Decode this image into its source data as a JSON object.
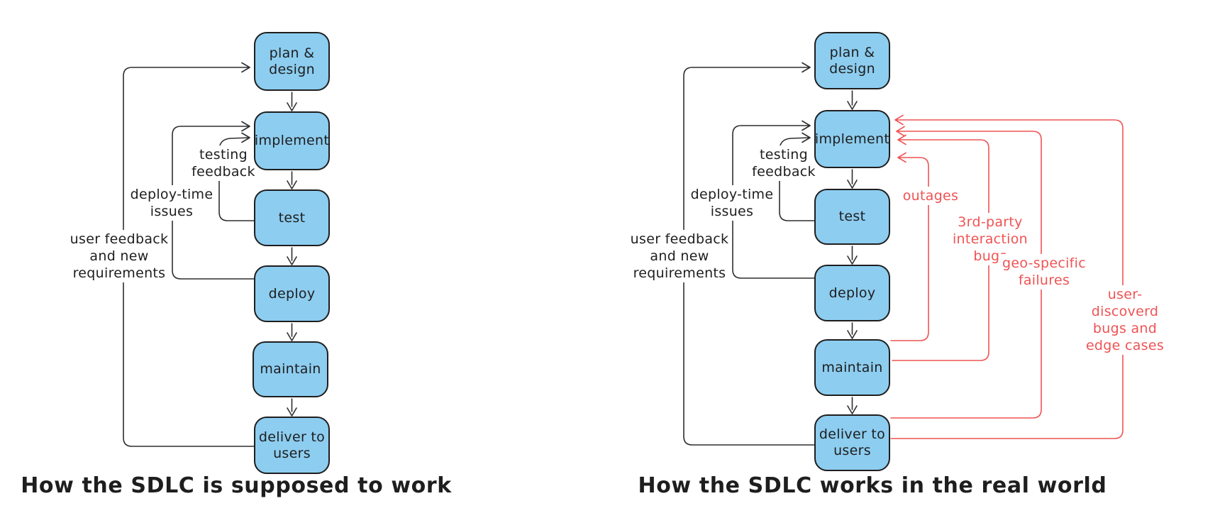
{
  "colors": {
    "background": "#ffffff",
    "node_fill": "#8dcdf0",
    "node_stroke": "#1e1e1e",
    "black_edge": "#2e2e2e",
    "red_edge": "#ef5354",
    "text": "#1e1e1e"
  },
  "left_diagram": {
    "caption": "How the SDLC is supposed to work",
    "nodes": [
      {
        "id": "plan-design",
        "label": "plan &\ndesign"
      },
      {
        "id": "implement",
        "label": "implement"
      },
      {
        "id": "test",
        "label": "test"
      },
      {
        "id": "deploy",
        "label": "deploy"
      },
      {
        "id": "maintain",
        "label": "maintain"
      },
      {
        "id": "deliver",
        "label": "deliver to\nusers"
      }
    ],
    "edge_labels": [
      {
        "id": "testing-feedback",
        "label": "testing\nfeedback"
      },
      {
        "id": "deploy-time-issues",
        "label": "deploy-time\nissues"
      },
      {
        "id": "user-feedback",
        "label": "user feedback\nand new\nrequirements"
      }
    ],
    "edges": [
      {
        "from": "plan-design",
        "to": "implement"
      },
      {
        "from": "implement",
        "to": "test"
      },
      {
        "from": "test",
        "to": "deploy"
      },
      {
        "from": "deploy",
        "to": "maintain"
      },
      {
        "from": "maintain",
        "to": "deliver"
      },
      {
        "from": "test",
        "to": "implement",
        "label": "testing feedback"
      },
      {
        "from": "deploy",
        "to": "implement",
        "label": "deploy-time issues"
      },
      {
        "from": "deliver",
        "to": "plan-design",
        "label": "user feedback and new requirements"
      }
    ]
  },
  "right_diagram": {
    "caption": "How the SDLC works in the real world",
    "nodes": [
      {
        "id": "plan-design",
        "label": "plan &\ndesign"
      },
      {
        "id": "implement",
        "label": "implement"
      },
      {
        "id": "test",
        "label": "test"
      },
      {
        "id": "deploy",
        "label": "deploy"
      },
      {
        "id": "maintain",
        "label": "maintain"
      },
      {
        "id": "deliver",
        "label": "deliver to\nusers"
      }
    ],
    "edge_labels": [
      {
        "id": "testing-feedback",
        "label": "testing\nfeedback"
      },
      {
        "id": "deploy-time-issues",
        "label": "deploy-time\nissues"
      },
      {
        "id": "user-feedback",
        "label": "user feedback\nand new\nrequirements"
      },
      {
        "id": "outages",
        "label": "outages"
      },
      {
        "id": "third-party-bugs",
        "label": "3rd-party\ninteraction\nbugs"
      },
      {
        "id": "geo-specific-failures",
        "label": "geo-specific\nfailures"
      },
      {
        "id": "user-discovered-bugs",
        "label": "user-discoverd\nbugs and edge cases"
      }
    ],
    "edges": [
      {
        "from": "plan-design",
        "to": "implement"
      },
      {
        "from": "implement",
        "to": "test"
      },
      {
        "from": "test",
        "to": "deploy"
      },
      {
        "from": "deploy",
        "to": "maintain"
      },
      {
        "from": "maintain",
        "to": "deliver"
      },
      {
        "from": "test",
        "to": "implement",
        "label": "testing feedback"
      },
      {
        "from": "deploy",
        "to": "implement",
        "label": "deploy-time issues"
      },
      {
        "from": "deliver",
        "to": "plan-design",
        "label": "user feedback and new requirements"
      },
      {
        "from": "maintain",
        "to": "implement",
        "label": "outages",
        "color": "red"
      },
      {
        "from": "maintain",
        "to": "implement",
        "label": "3rd-party interaction bugs",
        "color": "red"
      },
      {
        "from": "deliver",
        "to": "implement",
        "label": "geo-specific failures",
        "color": "red"
      },
      {
        "from": "deliver",
        "to": "implement",
        "label": "user-discoverd bugs and edge cases",
        "color": "red"
      }
    ]
  }
}
